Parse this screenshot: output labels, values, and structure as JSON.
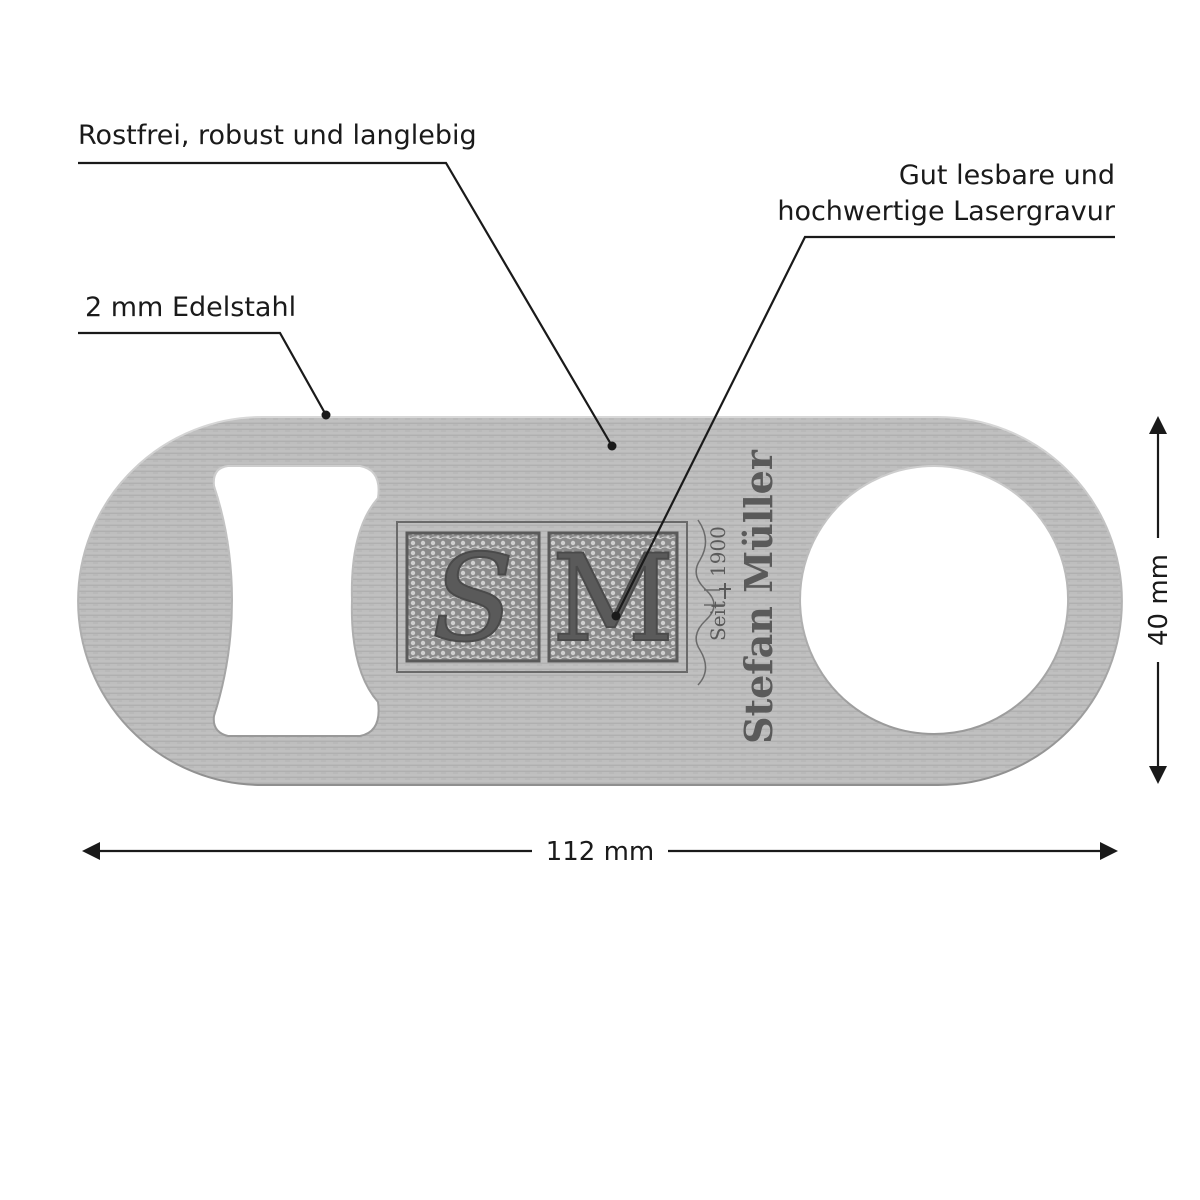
{
  "callouts": {
    "material": "2 mm Edelstahl",
    "durability": "Rostfrei, robust und langlebig",
    "engraving_line1": "Gut lesbare und",
    "engraving_line2": "hochwertige Lasergravur"
  },
  "dimensions": {
    "width": "112 mm",
    "height": "40 mm"
  },
  "engraving": {
    "monogram_left": "S",
    "monogram_right": "M",
    "since": "Seit",
    "year": "1900",
    "name": "Stefan Müller"
  },
  "colors": {
    "steel": "#b8b8b8",
    "engraving": "#5a5a5a",
    "leader": "#1a1a1a"
  }
}
